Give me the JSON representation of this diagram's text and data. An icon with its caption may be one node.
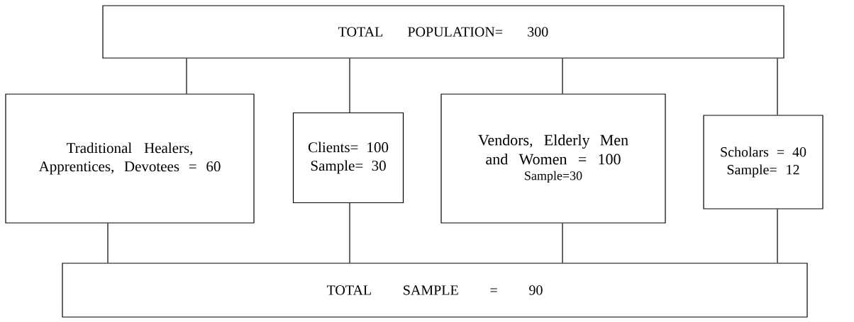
{
  "diagram": {
    "nodes": [
      {
        "text": [
          "TOTAL POPULATION= 300"
        ]
      },
      {
        "text": [
          "Traditional Healers, Apprentices, Devotees = 60"
        ]
      },
      {
        "text": [
          "Clients= 100",
          "Sample= 30"
        ]
      },
      {
        "text": [
          "Vendors, Elderly Men and Women = 100",
          "Sample=30"
        ]
      },
      {
        "text": [
          "Scholars = 40",
          "Sample= 12"
        ]
      },
      {
        "text": [
          "TOTAL SAMPLE = 90"
        ]
      }
    ],
    "edges": [
      {
        "from": 0,
        "to": 1,
        "arrow": "none"
      },
      {
        "from": 0,
        "to": 2,
        "arrow": "none"
      },
      {
        "from": 0,
        "to": 3,
        "arrow": "none"
      },
      {
        "from": 0,
        "to": 4,
        "arrow": "none"
      },
      {
        "from": 1,
        "to": 5,
        "arrow": "none"
      },
      {
        "from": 2,
        "to": 5,
        "arrow": "none"
      },
      {
        "from": 3,
        "to": 5,
        "arrow": "none"
      },
      {
        "from": 4,
        "to": 5,
        "arrow": "none"
      }
    ]
  }
}
